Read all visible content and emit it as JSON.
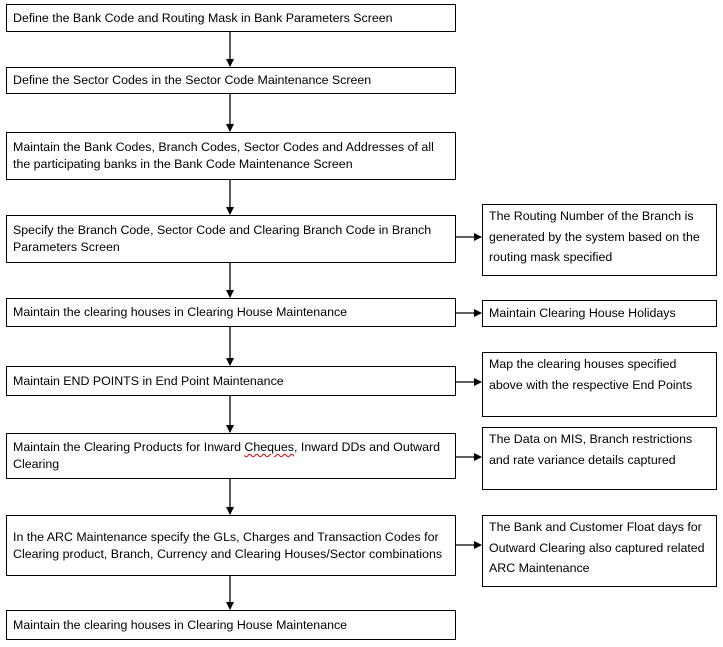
{
  "steps": [
    {
      "text": "Define the Bank Code and Routing Mask in Bank Parameters Screen"
    },
    {
      "text": "Define the Sector Codes in the Sector Code Maintenance Screen"
    },
    {
      "text": "Maintain the Bank Codes, Branch Codes, Sector Codes and Addresses of all the participating banks in the Bank Code Maintenance Screen"
    },
    {
      "text": "Specify the Branch Code, Sector Code and Clearing Branch Code in Branch Parameters Screen"
    },
    {
      "text": "Maintain the clearing houses in Clearing House Maintenance"
    },
    {
      "text": "Maintain END POINTS in End Point Maintenance"
    },
    {
      "text_before": "Maintain the Clearing Products for Inward ",
      "text_flagged": "Cheques",
      "text_after": ", Inward DDs and Outward Clearing"
    },
    {
      "text": "In the ARC Maintenance specify the GLs, Charges and Transaction Codes for Clearing product, Branch, Currency and Clearing Houses/Sector combinations"
    },
    {
      "text": "Maintain the clearing houses in Clearing House Maintenance"
    }
  ],
  "notes": [
    {
      "text": "The Routing Number of the Branch is generated by the system based on the routing mask specified"
    },
    {
      "text": "Maintain Clearing House Holidays"
    },
    {
      "text": "Map the clearing houses specified above with the respective End Points"
    },
    {
      "text": "The Data on MIS, Branch restrictions and rate variance details captured"
    },
    {
      "text": "The Bank and Customer Float days for Outward Clearing also captured related ARC Maintenance"
    }
  ]
}
